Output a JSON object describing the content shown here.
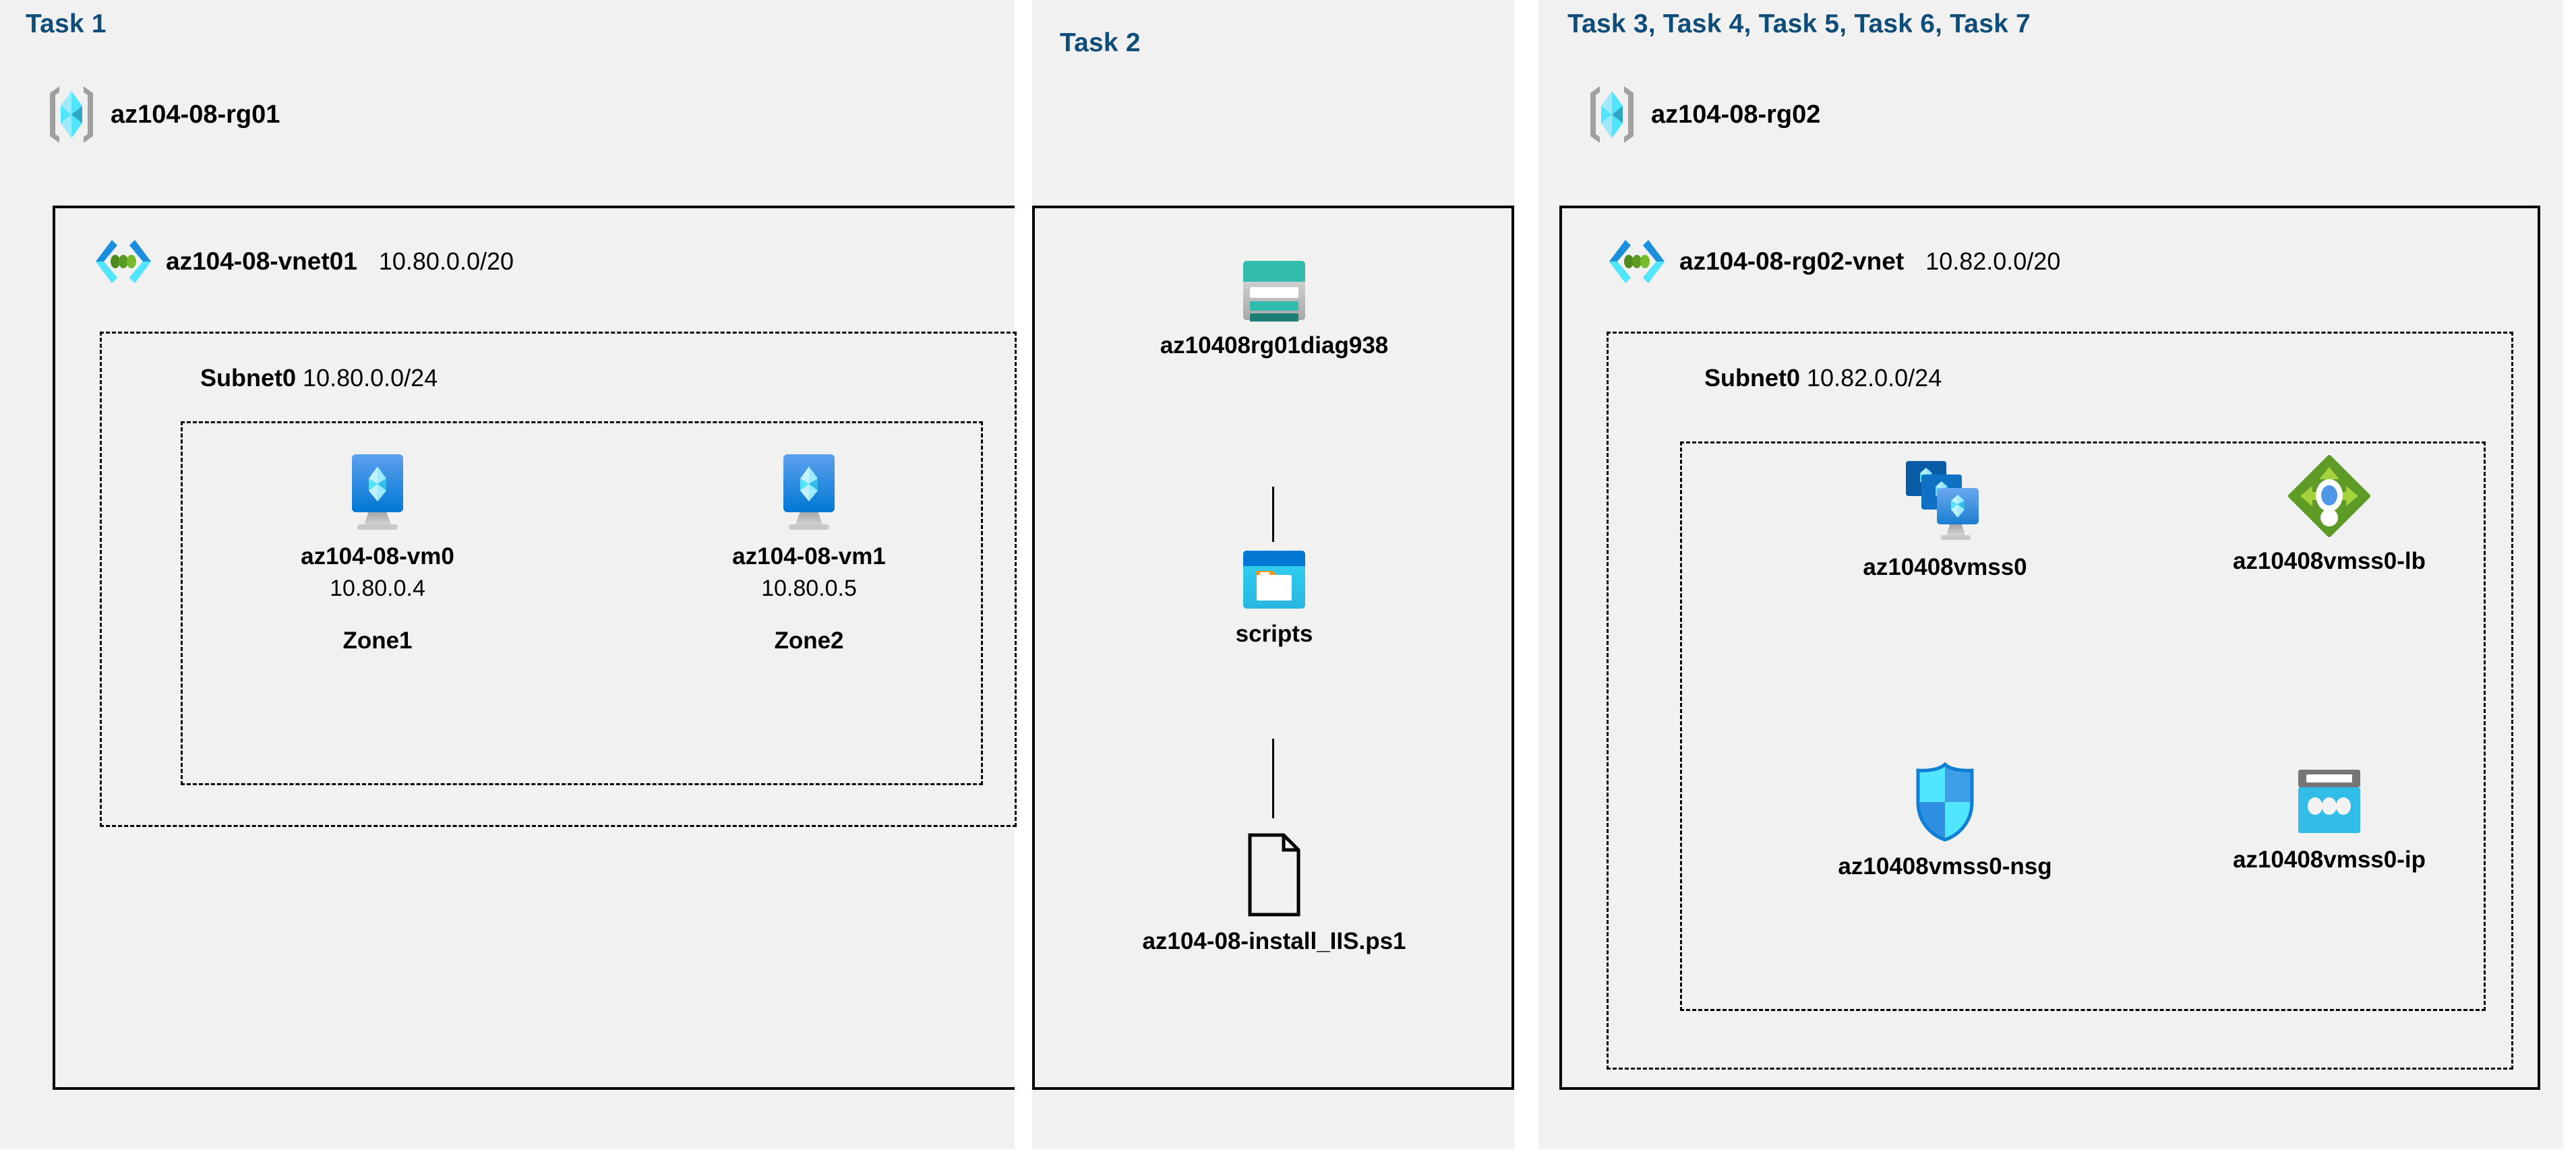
{
  "columns": [
    {
      "task_label": "Task 1"
    },
    {
      "task_label": "Task 2"
    },
    {
      "task_label": "Task 3, Task 4, Task 5, Task 6, Task 7"
    }
  ],
  "resource_groups": [
    {
      "name": "az104-08-rg01",
      "icon": "resource-group-icon"
    },
    {
      "name": "az104-08-rg02",
      "icon": "resource-group-icon"
    }
  ],
  "vnets": [
    {
      "name": "az104-08-vnet01",
      "cidr": "10.80.0.0/20",
      "icon": "virtual-network-icon"
    },
    {
      "name": "az104-08-rg02-vnet",
      "cidr": "10.82.0.0/20",
      "icon": "virtual-network-icon"
    }
  ],
  "subnets": [
    {
      "name": "Subnet0",
      "cidr": "10.80.0.0/24"
    },
    {
      "name": "Subnet0",
      "cidr": "10.82.0.0/24"
    }
  ],
  "vms": [
    {
      "name": "az104-08-vm0",
      "ip": "10.80.0.4",
      "zone": "Zone1",
      "icon": "virtual-machine-icon"
    },
    {
      "name": "az104-08-vm1",
      "ip": "10.80.0.5",
      "zone": "Zone2",
      "icon": "virtual-machine-icon"
    }
  ],
  "storage": {
    "account": {
      "name": "az10408rg01diag938",
      "icon": "storage-account-icon"
    },
    "container": {
      "name": "scripts",
      "icon": "blob-container-icon"
    },
    "file": {
      "name": "az104-08-install_IIS.ps1",
      "icon": "document-file-icon"
    }
  },
  "scale_set_resources": [
    {
      "name": "az10408vmss0",
      "icon": "vm-scale-set-icon"
    },
    {
      "name": "az10408vmss0-lb",
      "icon": "load-balancer-icon"
    },
    {
      "name": "az10408vmss0-nsg",
      "icon": "network-security-group-icon"
    },
    {
      "name": "az10408vmss0-ip",
      "icon": "public-ip-address-icon"
    }
  ],
  "colors": {
    "task_heading": "#0e4c79",
    "panel_background": "#f1f1f1",
    "page_background": "#ffffff",
    "border": "#000000",
    "azure_blue": "#0078d4",
    "azure_cyan": "#32bde8",
    "storage_teal": "#32bcad",
    "storage_teal_dark": "#1c7e74",
    "lb_green": "#5e9b26",
    "lb_green_light": "#a4d33d",
    "blob_orange": "#f7941e",
    "resource_group_grey": "#9b9b9b"
  }
}
